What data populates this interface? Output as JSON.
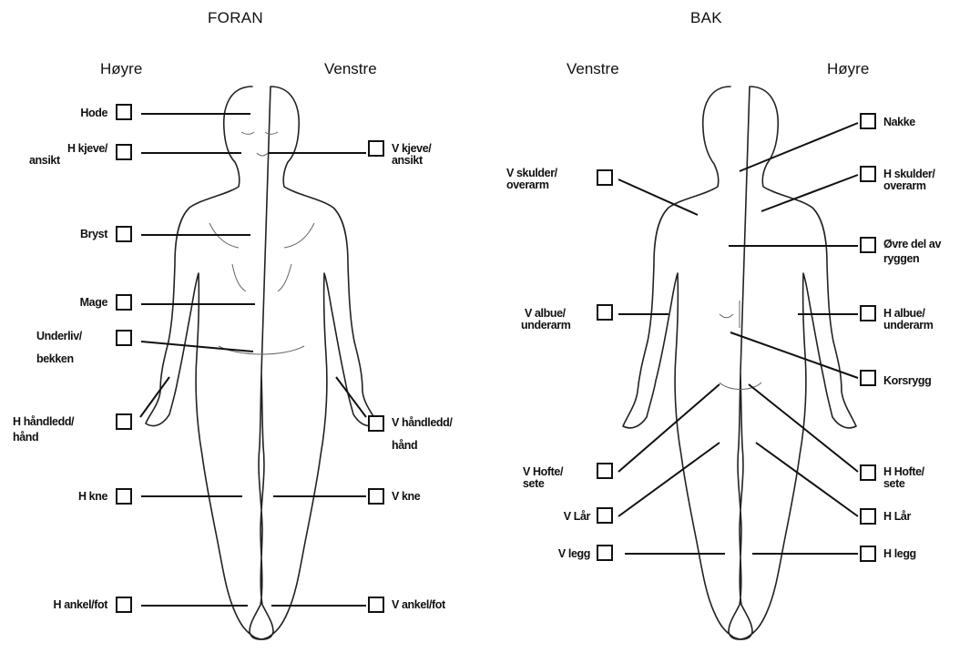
{
  "front": {
    "title": "FORAN",
    "right_side": "Høyre",
    "left_side": "Venstre",
    "regions": {
      "hode": "Hode",
      "h_kjeve_1": "H kjeve/",
      "h_kjeve_2": "ansikt",
      "v_kjeve_1": "V kjeve/",
      "v_kjeve_2": "ansikt",
      "bryst": "Bryst",
      "mage": "Mage",
      "underliv_1": "Underliv/",
      "underliv_2": "bekken",
      "h_handledd_1": "H håndledd/",
      "h_handledd_2": "hånd",
      "v_handledd_1": "V håndledd/",
      "v_handledd_2": "hånd",
      "h_kne": "H kne",
      "v_kne": "V kne",
      "h_ankel": "H ankel/fot",
      "v_ankel": "V ankel/fot"
    }
  },
  "back": {
    "title": "BAK",
    "left_side": "Venstre",
    "right_side": "Høyre",
    "regions": {
      "nakke": "Nakke",
      "v_skulder_1": "V skulder/",
      "v_skulder_2": "overarm",
      "h_skulder_1": "H skulder/",
      "h_skulder_2": "overarm",
      "ovre_1": "Øvre del av",
      "ovre_2": "ryggen",
      "v_albue_1": "V albue/",
      "v_albue_2": "underarm",
      "h_albue_1": "H albue/",
      "h_albue_2": "underarm",
      "korsrygg": "Korsrygg",
      "v_hofte_1": "V Hofte/",
      "v_hofte_2": "sete",
      "h_hofte_1": "H Hofte/",
      "h_hofte_2": "sete",
      "v_lar": "V Lår",
      "h_lar": "H Lår",
      "v_legg": "V legg",
      "h_legg": "H legg"
    }
  }
}
